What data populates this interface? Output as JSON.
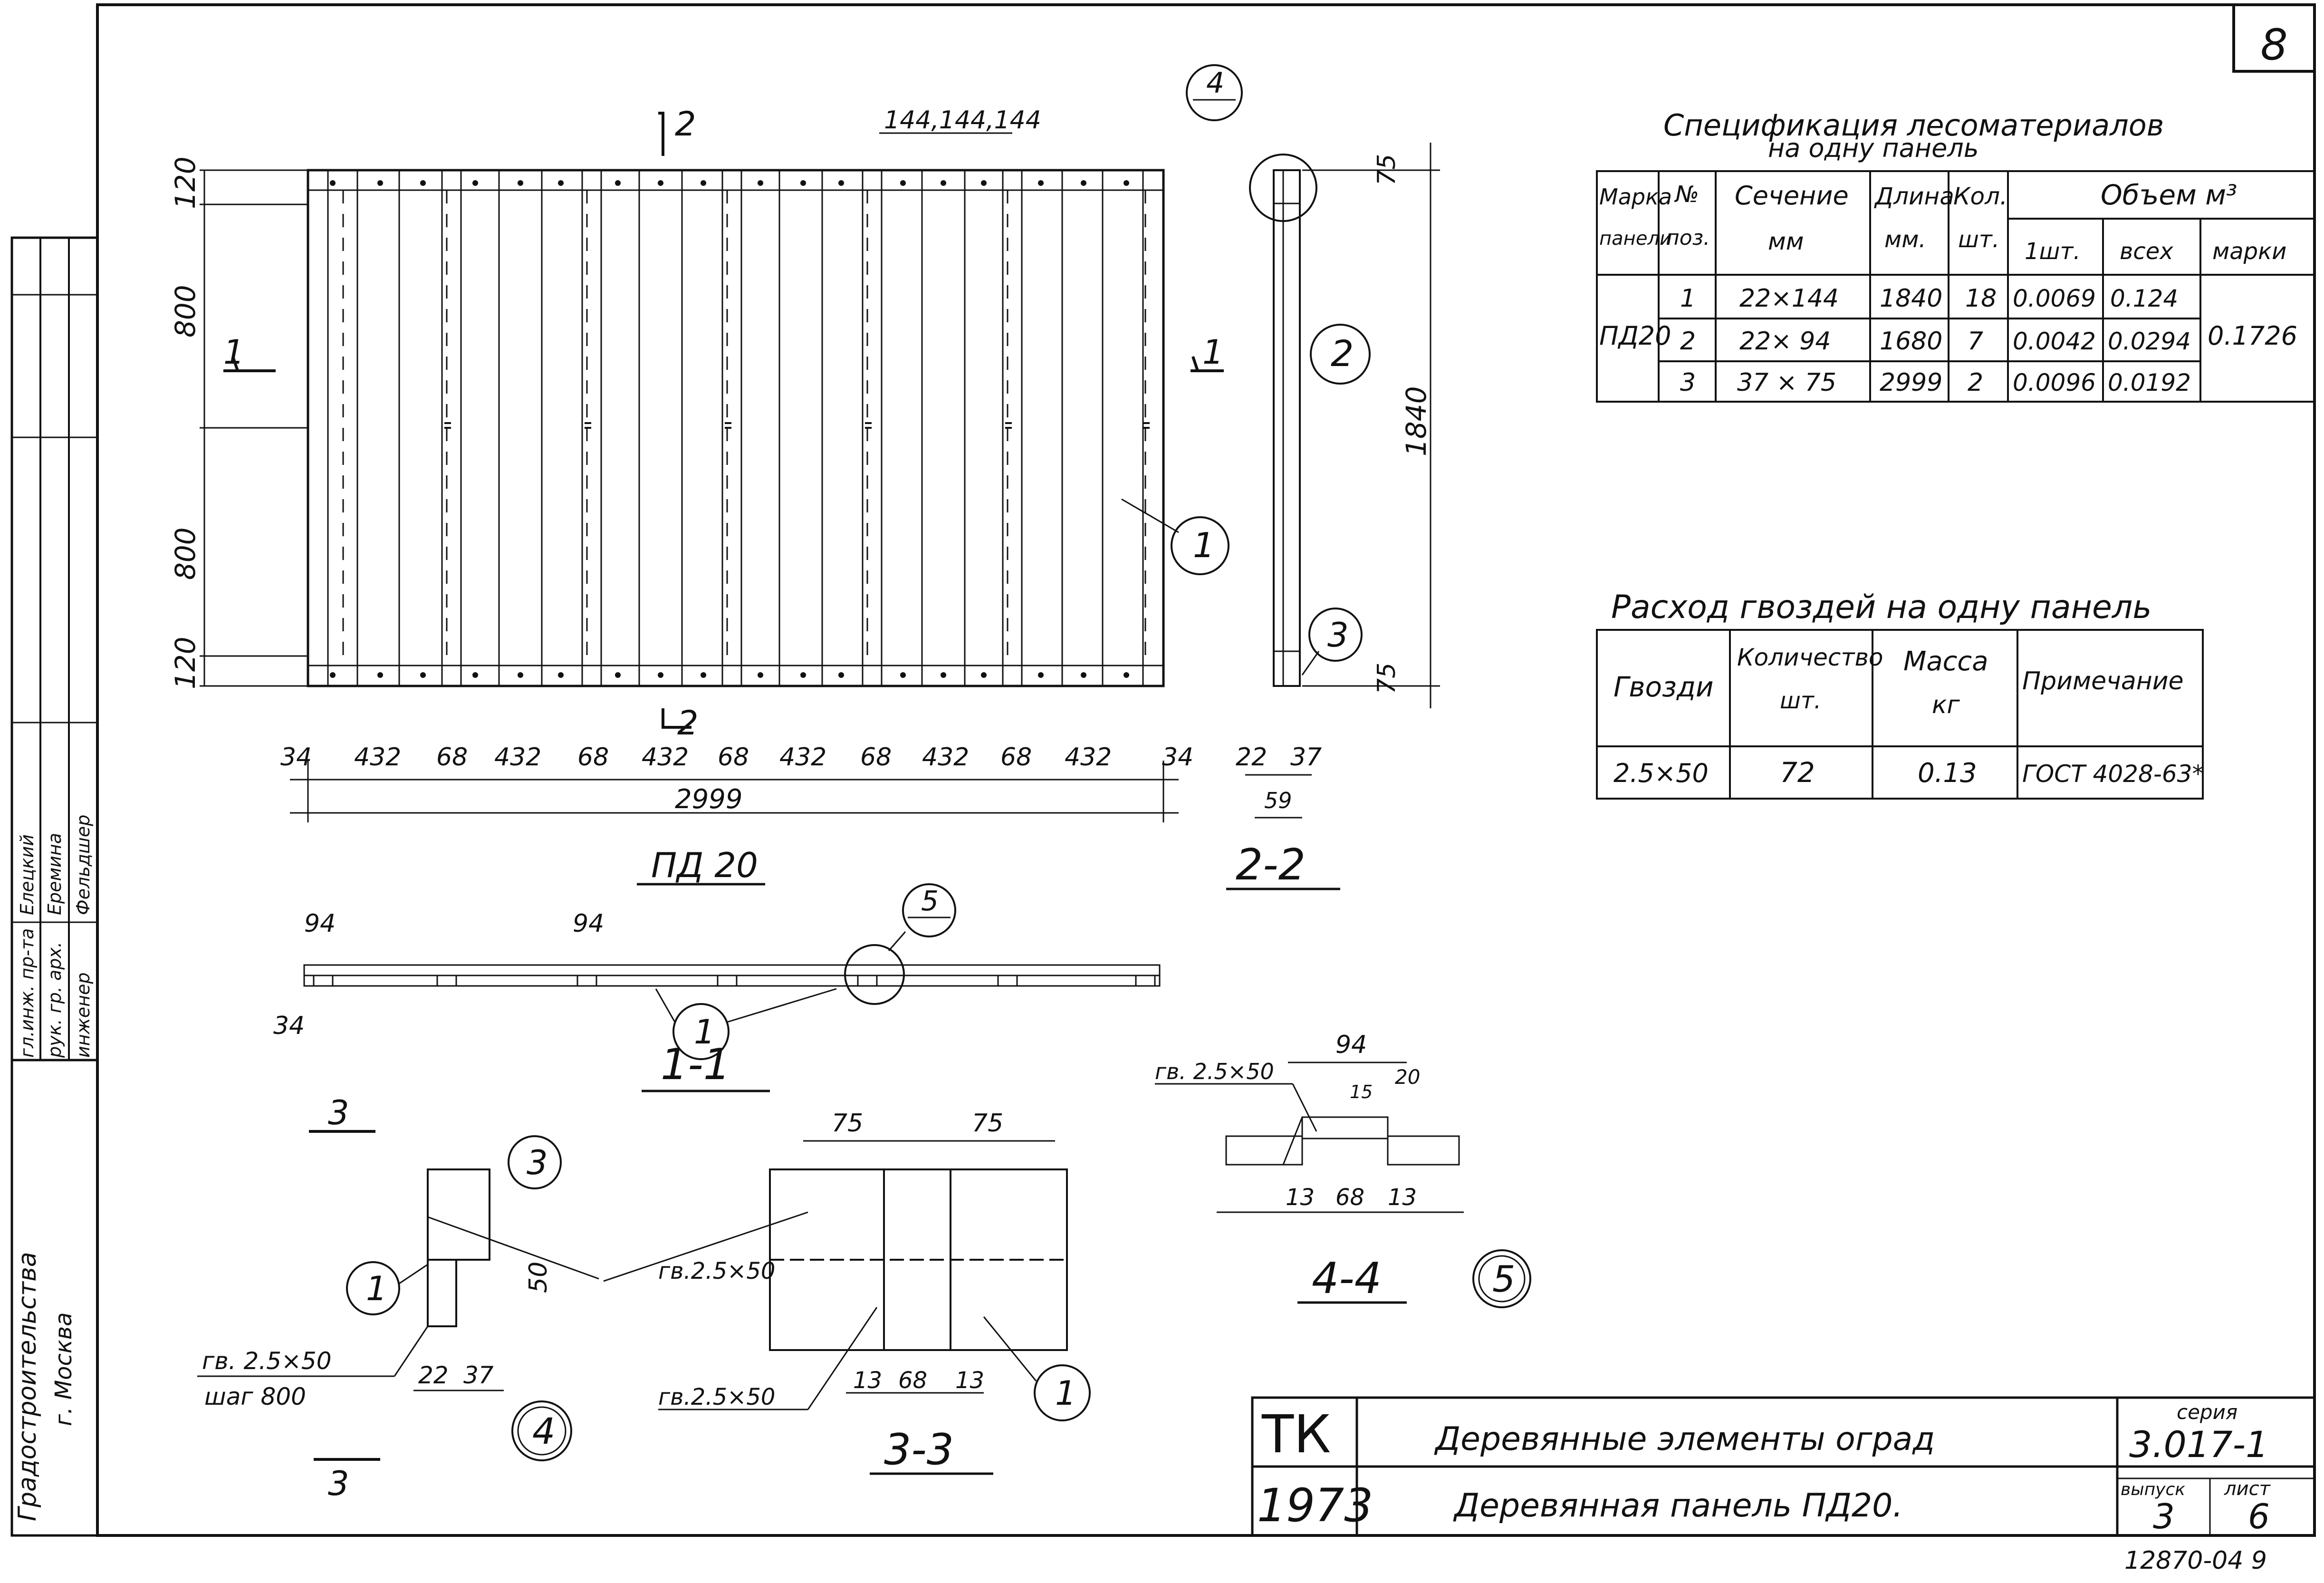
{
  "sheet": {
    "number": "8"
  },
  "specification": {
    "title": "Спецификация лесоматериалов",
    "subtitle": "на одну панель",
    "headers": {
      "mark": "Марка",
      "mark2": "панели",
      "pos": "№",
      "pos2": "поз.",
      "section": "Сечение",
      "section2": "мм",
      "length": "Длина",
      "length2": "мм.",
      "qty": "Кол.",
      "qty2": "шт.",
      "volume": "Объем м³",
      "vol_one": "1шт.",
      "vol_all": "всех",
      "vol_mark": "марки"
    },
    "mark_value": "ПД20",
    "mark_volume": "0.1726",
    "rows": [
      {
        "pos": "1",
        "section": "22×144",
        "length": "1840",
        "qty": "18",
        "v1": "0.0069",
        "vall": "0.124"
      },
      {
        "pos": "2",
        "section": "22× 94",
        "length": "1680",
        "qty": "7",
        "v1": "0.0042",
        "vall": "0.0294"
      },
      {
        "pos": "3",
        "section": "37 × 75",
        "length": "2999",
        "qty": "2",
        "v1": "0.0096",
        "vall": "0.0192"
      }
    ]
  },
  "nails": {
    "title": "Расход гвоздей на одну панель",
    "headers": {
      "nail": "Гвозди",
      "qty": "Количество",
      "qty2": "шт.",
      "mass": "Масса",
      "mass2": "кг",
      "note": "Примечание"
    },
    "row": {
      "nail": "2.5×50",
      "qty": "72",
      "mass": "0.13",
      "note": "ГОСТ 4028-63*"
    }
  },
  "views": {
    "panel_label": "ПД 20",
    "section_22": "2-2",
    "section_11": "1-1",
    "section_33": "3-3",
    "section_44": "4-4",
    "cut1": "1",
    "cut2": "2",
    "cut3": "3",
    "top_dims": "144,144,144",
    "left_dims": [
      "120",
      "800",
      "800",
      "120"
    ],
    "height_dim": "1840",
    "dim_75_top": "75",
    "dim_75_bot": "75",
    "bottom_dims": [
      "34",
      "432",
      "68",
      "432",
      "68",
      "432",
      "68",
      "432",
      "68",
      "432",
      "68",
      "432",
      "34"
    ],
    "total": "2999",
    "side_dims": [
      "22",
      "37",
      "59"
    ],
    "s11_dims": [
      "94",
      "94",
      "34"
    ],
    "s44_top": "94",
    "s44_20": "20",
    "s44_15": "15",
    "s44_bot": [
      "13",
      "68",
      "13"
    ],
    "s33_top": [
      "75",
      "75"
    ],
    "s33_bot": [
      "13",
      "68",
      "13"
    ],
    "n4_dims": [
      "22",
      "37"
    ],
    "n4_50": "50",
    "nail_label": "гв. 2.5×50",
    "nail_label_b": "гв.2.5×50",
    "step_label": "шаг 800",
    "callouts": [
      "1",
      "2",
      "3",
      "4",
      "5"
    ],
    "mark_4": "4",
    "mark_5": "5"
  },
  "stamp_side": {
    "org": "Градостроительства",
    "city": "г. Москва",
    "roles": [
      "гл.инж. пр-та",
      "рук. гр. арх.",
      "инженер"
    ],
    "names": [
      "Елецкий",
      "Еремина",
      "Фельдшер"
    ]
  },
  "title_block": {
    "tk": "ТК",
    "year": "1973",
    "line1": "Деревянные элементы оград",
    "line2": "Деревянная панель ПД20.",
    "series_label": "серия",
    "series": "3.017-1",
    "issue_label": "выпуск",
    "issue": "3",
    "sheet_label": "лист",
    "sheet": "6",
    "code": "12870-04 9"
  }
}
